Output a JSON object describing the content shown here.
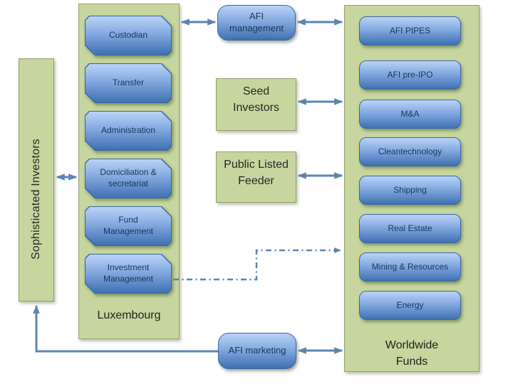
{
  "colors": {
    "container_fill": "#c6d69e",
    "container_border": "#94a073",
    "box_border": "#3a67a4",
    "box_grad_top": "#b9d3f6",
    "box_grad_mid": "#84a9e0",
    "box_grad_bottom": "#3f70b2",
    "label_navy": "#17375d",
    "label_dark": "#262626",
    "title_color": "#1f1f1f",
    "connector": "#5b84b1"
  },
  "sophisticated_investors": {
    "label": "Sophisticated Investors"
  },
  "luxembourg": {
    "title": "Luxembourg",
    "boxes": [
      "Custodian",
      "Transfer",
      "Administration",
      "Domiciliation &\nsecretariat",
      "Fund\nManagement",
      "Investment\nManagement"
    ]
  },
  "center": {
    "afi_management": "AFI\nmanagement",
    "seed_investors": "Seed\nInvestors",
    "public_listed_feeder": "Public Listed\nFeeder",
    "afi_marketing": "AFI marketing"
  },
  "worldwide_funds": {
    "title": "Worldwide\nFunds",
    "boxes": [
      "AFI PIPES",
      "AFI pre-IPO",
      "M&A",
      "Cleantechnology",
      "Shipping",
      "Real Estate",
      "Mining & Resources",
      "Energy"
    ]
  },
  "connectors": [
    {
      "from": "luxembourg-container",
      "to": "afi-management",
      "type": "double-arrow",
      "line": "solid"
    },
    {
      "from": "afi-management",
      "to": "worldwide-funds-container",
      "type": "double-arrow",
      "line": "solid"
    },
    {
      "from": "sophisticated-investors-panel",
      "to": "luxembourg-container",
      "type": "double-arrow",
      "line": "solid"
    },
    {
      "from": "seed-investors",
      "to": "worldwide-funds-container",
      "type": "double-arrow",
      "line": "solid"
    },
    {
      "from": "public-listed-feeder",
      "to": "worldwide-funds-container",
      "type": "double-arrow",
      "line": "solid"
    },
    {
      "from": "afi-marketing",
      "to": "worldwide-funds-container",
      "type": "double-arrow",
      "line": "solid"
    },
    {
      "from": "afi-marketing",
      "to": "sophisticated-investors-panel",
      "type": "arrow",
      "line": "solid-elbow"
    },
    {
      "from": "investment-management",
      "to": "worldwide-funds-container",
      "type": "arrow",
      "line": "dash-dot-elbow"
    }
  ]
}
